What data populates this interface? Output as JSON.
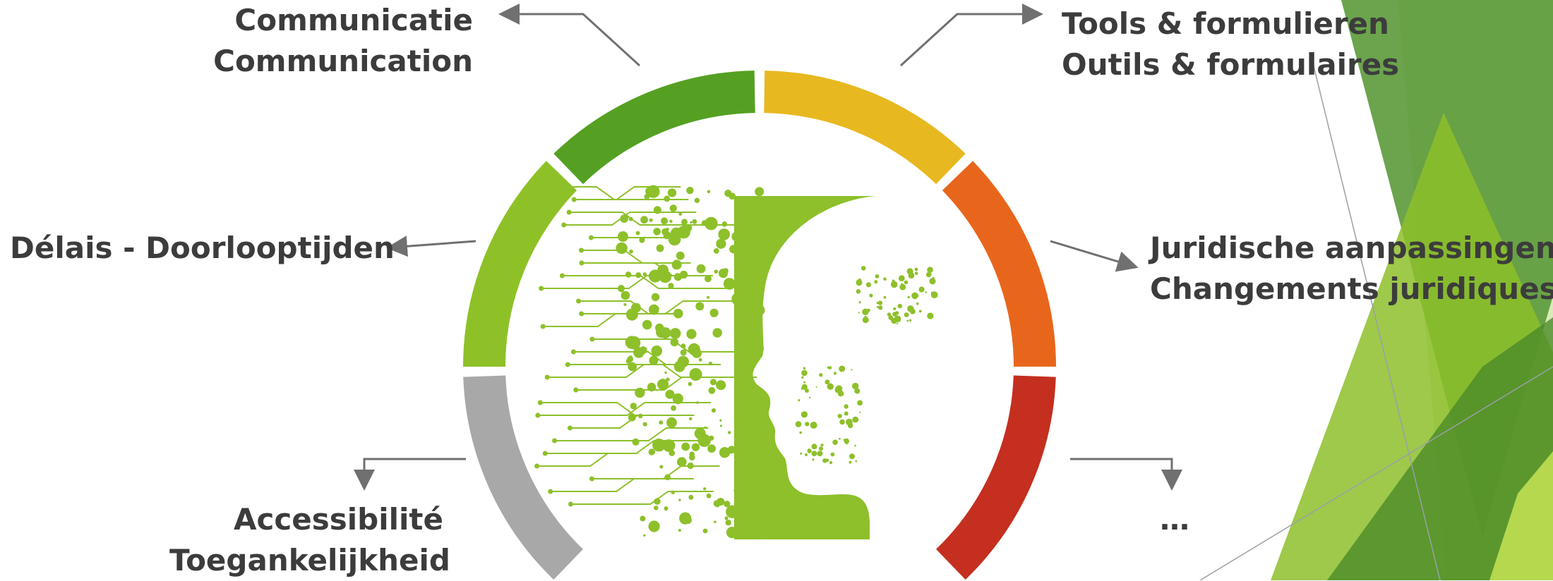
{
  "diagram": {
    "topics": [
      {
        "id": "communication",
        "lines": [
          "Communicatie",
          "Communication"
        ],
        "color": "#55a022"
      },
      {
        "id": "tools",
        "lines": [
          "Tools & formulieren",
          "Outils & formulaires"
        ],
        "color": "#e8b820"
      },
      {
        "id": "delais",
        "lines": [
          "Délais - Doorlooptijden"
        ],
        "color": "#8ec127"
      },
      {
        "id": "juridique",
        "lines": [
          "Juridische aanpassingen",
          "Changements juridiques"
        ],
        "color": "#e8661c"
      },
      {
        "id": "accessibilite",
        "lines": [
          "Accessibilité",
          "Toegankelijkheid"
        ],
        "color": "#a8a8a8"
      },
      {
        "id": "other",
        "lines": [
          "…"
        ],
        "color": "#c42f1f"
      }
    ],
    "colors": {
      "text": "#3c3c3c",
      "arrow": "#707070",
      "head": "#8dc02a",
      "dark_green": "#5a9a2a",
      "light_green": "#c7df95"
    },
    "center_icon": "digital-face-circuit-icon"
  }
}
